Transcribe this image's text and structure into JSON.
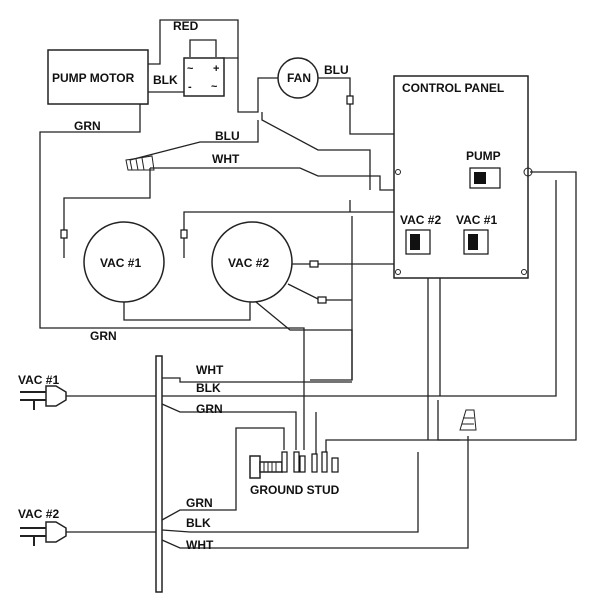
{
  "labels": {
    "pump_motor": "PUMP MOTOR",
    "red": "RED",
    "blk_motor": "BLK",
    "fan": "FAN",
    "blu_fan": "BLU",
    "control_panel": "CONTROL PANEL",
    "grn_top": "GRN",
    "blu_mid": "BLU",
    "wht_mid": "WHT",
    "pump_switch": "PUMP",
    "vac2_switch": "VAC #2",
    "vac1_switch": "VAC #1",
    "vac1_motor": "VAC #1",
    "vac2_motor": "VAC #2",
    "grn_mid": "GRN",
    "vac1_plug": "VAC #1",
    "wht_1": "WHT",
    "blk_1": "BLK",
    "grn_1": "GRN",
    "ground_stud": "GROUND STUD",
    "vac2_plug": "VAC #2",
    "grn_2": "GRN",
    "blk_2": "BLK",
    "wht_2": "WHT"
  },
  "rectifier": {
    "ac1": "~",
    "ac2": "~",
    "plus": "+",
    "minus": "-"
  }
}
